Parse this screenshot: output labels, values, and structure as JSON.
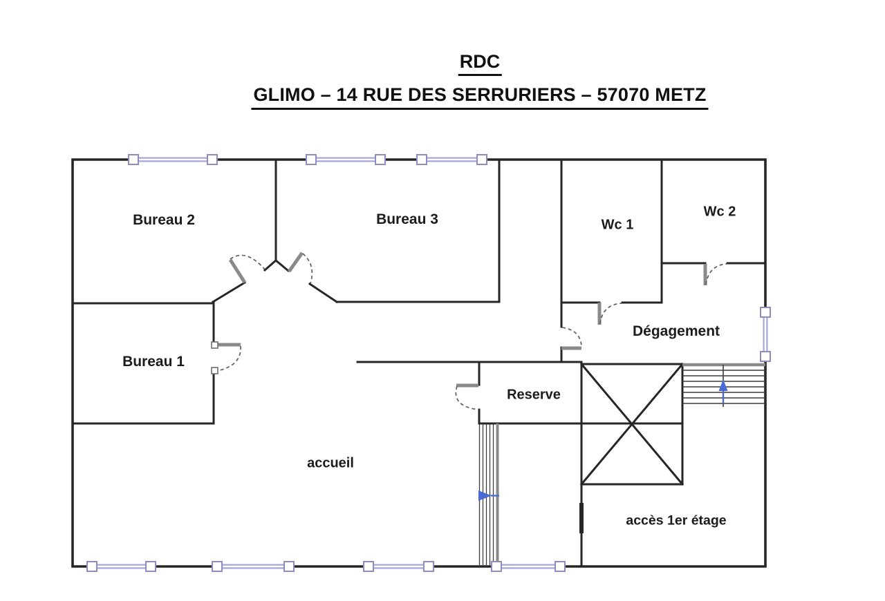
{
  "title": "RDC",
  "subtitle": "GLIMO – 14 RUE DES SERRURIERS – 57070 METZ",
  "rooms": [
    {
      "id": "bureau-2",
      "label": "Bureau 2"
    },
    {
      "id": "bureau-3",
      "label": "Bureau 3"
    },
    {
      "id": "wc-1",
      "label": "Wc 1"
    },
    {
      "id": "wc-2",
      "label": "Wc 2"
    },
    {
      "id": "bureau-1",
      "label": "Bureau 1"
    },
    {
      "id": "degagement",
      "label": "Dégagement"
    },
    {
      "id": "reserve",
      "label": "Reserve"
    },
    {
      "id": "accueil",
      "label": "accueil"
    },
    {
      "id": "acces-1er-etage",
      "label": "accès 1er étage"
    }
  ],
  "icons": [
    {
      "name": "stairs-up-arrow",
      "glyph": "▲"
    },
    {
      "name": "entrance-direction-arrow",
      "glyph": "▶"
    }
  ],
  "colors": {
    "wall": "#262626",
    "window": "#a6a6d8",
    "window_frame": "#8c8cc0",
    "door": "#8a8a8a",
    "arrow_blue": "#4a6bd3",
    "background": "#ffffff"
  }
}
